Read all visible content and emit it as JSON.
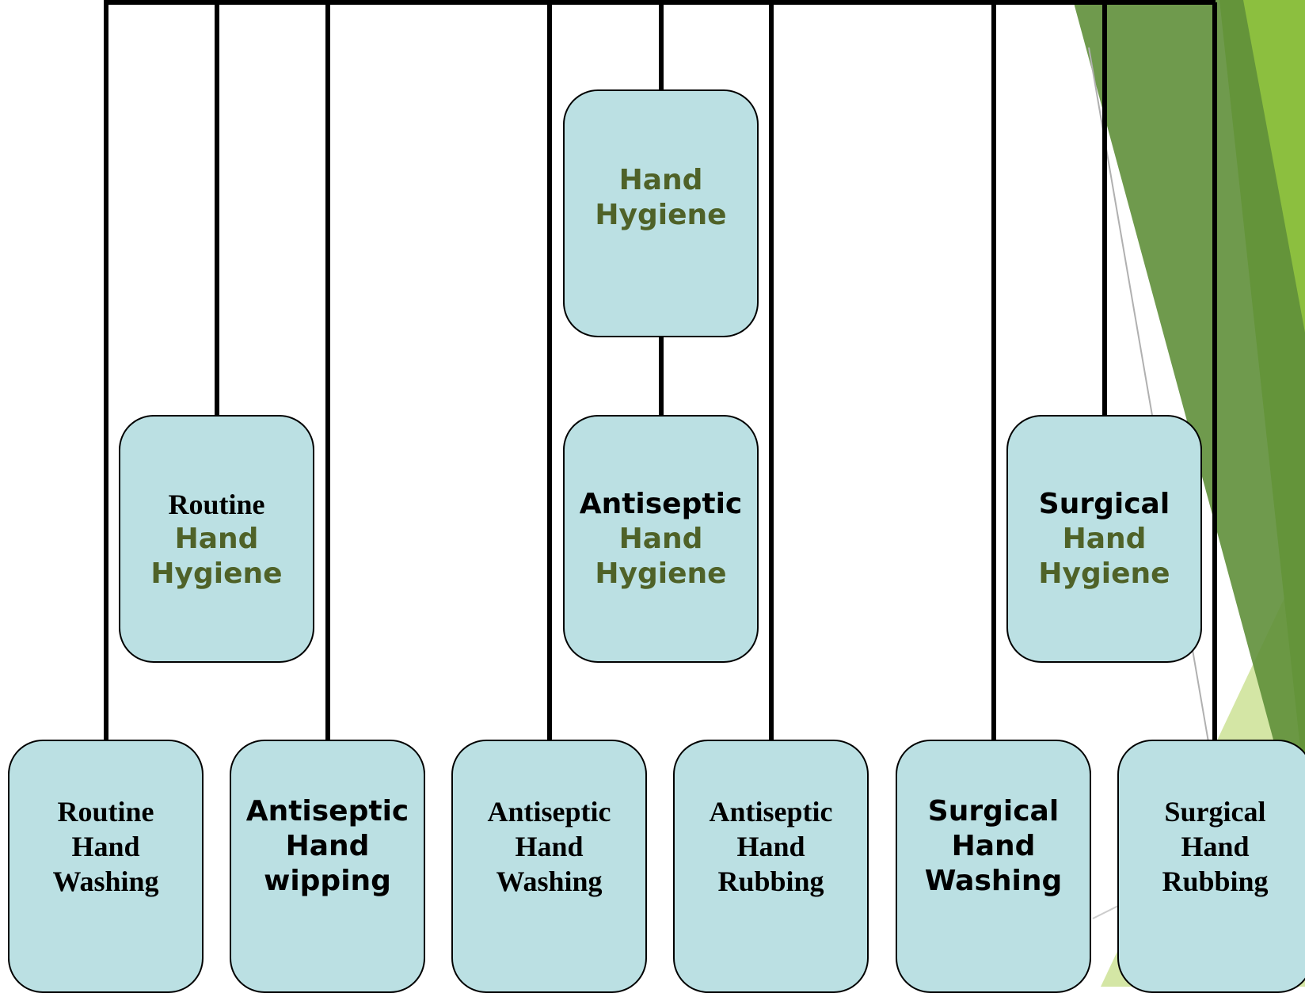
{
  "diagram": {
    "root": {
      "line1": "Hand",
      "line2": "Hygiene"
    },
    "categories": [
      {
        "id": "routine",
        "line1": "Routine",
        "line2": "Hand",
        "line3": "Hygiene"
      },
      {
        "id": "antiseptic",
        "line1": "Antiseptic",
        "line2": "Hand",
        "line3": "Hygiene"
      },
      {
        "id": "surgical",
        "line1": "Surgical",
        "line2": "Hand",
        "line3": "Hygiene"
      }
    ],
    "leaves": [
      {
        "line1": "Routine",
        "line2": "Hand",
        "line3": "Washing"
      },
      {
        "line1": "Antiseptic",
        "line2": "Hand",
        "line3": "wipping"
      },
      {
        "line1": "Antiseptic",
        "line2": "Hand",
        "line3": "Washing"
      },
      {
        "line1": "Antiseptic",
        "line2": "Hand",
        "line3": "Rubbing"
      },
      {
        "line1": "Surgical",
        "line2": "Hand",
        "line3": "Washing"
      },
      {
        "line1": "Surgical",
        "line2": "Hand",
        "line3": "Rubbing"
      }
    ]
  },
  "colors": {
    "box_fill": "#bbe0e3",
    "accent_text": "#4f6228",
    "decor_green_dark": "#5f8f3a",
    "decor_green_light": "#8cbf3f",
    "decor_green_pale": "#d4e6a5"
  }
}
